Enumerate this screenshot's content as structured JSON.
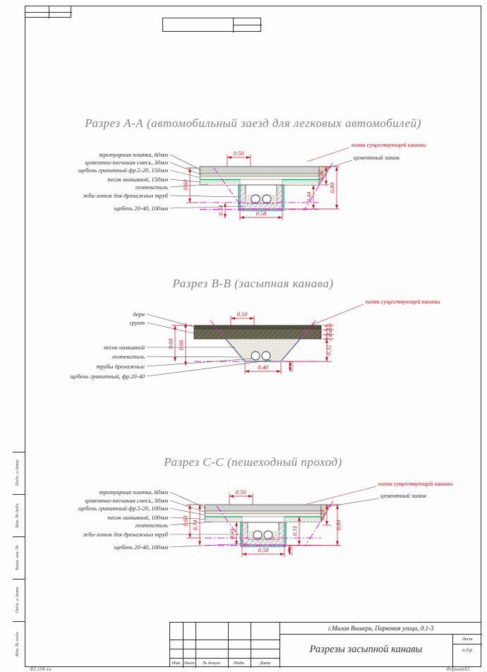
{
  "sheet": {
    "bottom_left_code": "Ф2.104-1а",
    "bottom_right_format": "ФорматА3"
  },
  "side_stamp": {
    "labels": [
      "Подп. и дата",
      "Инв. № дубл.",
      "Взам. инв. №",
      "Подп. и дата",
      "Инв. № подл."
    ]
  },
  "title_block": {
    "address": "г.Малая Вишера, Парковая улица, д.1-3",
    "doc_title": "Разрезы засыпной канавы",
    "rev_columns": [
      "Изм.",
      "Лист",
      "№ докум.",
      "Подп.",
      "Дата"
    ],
    "sheet_label": "Лист",
    "sheet_value": "п.д.р"
  },
  "sections": {
    "a": {
      "title": "Разрез А-А (автомобильный заезд для легковых автомобилей)",
      "callouts": {
        "existing_ditch": "линии существующей канавы",
        "cement_lock": "цементный замок"
      },
      "layers": [
        "тротуарная плитка, 60мм",
        "цементно-песчаная смесь, 30мм",
        "щебень гранитный фр.5-20, 150мм",
        "песок намывной, 150мм",
        "геотекстиль",
        "жби-лоток для дренажных труб",
        "щебень 20-40, 100мм"
      ],
      "dims": {
        "top_width": "0.50",
        "right_upper": "0.36",
        "right_total": "0.80",
        "left_depth": "0.60",
        "tray_depth": "0.44",
        "lower_left": "0.34",
        "tray_width": "0.58"
      }
    },
    "b": {
      "title": "Разрез В-В (засыпная канава)",
      "callouts": {
        "existing_ditch": "линии существующей канавы"
      },
      "layers": [
        "дерн",
        "грунт",
        "песок намывной",
        "геотекстиль",
        "трубы дренажные",
        "щебень гранитный, фр.20-40"
      ],
      "dims": {
        "top_width": "0.50",
        "layer1": "0.09",
        "layer2": "0.15",
        "layer3": "0.10",
        "right_lower": "0.32",
        "left_outer": "0.60",
        "left_inner": "0.66",
        "bottom_width": "0.40",
        "bottom_offset": "0.10"
      }
    },
    "c": {
      "title": "Разрез С-С (пешеходный проход)",
      "callouts": {
        "existing_ditch": "линии существующей канавы",
        "cement_lock": "цементный замок"
      },
      "layers": [
        "тротуарная плитка, 60мм",
        "цементно-песчаная смесь, 30мм",
        "щебень гранитный фр.5-20, 100мм",
        "песок намывной, 100мм",
        "геотекстиль",
        "жби-лоток для дренажных труб",
        "щебень 20-40, 100мм"
      ],
      "dims": {
        "top_width": "0.50",
        "left_outer": "0.60",
        "left_inner": "0.74",
        "tray_left": "0.41",
        "tray_width": "0.58",
        "tray_right": "0.51",
        "right_upper": "0.29",
        "right_total": "0.80",
        "bottom_offset": "0.10"
      }
    }
  }
}
